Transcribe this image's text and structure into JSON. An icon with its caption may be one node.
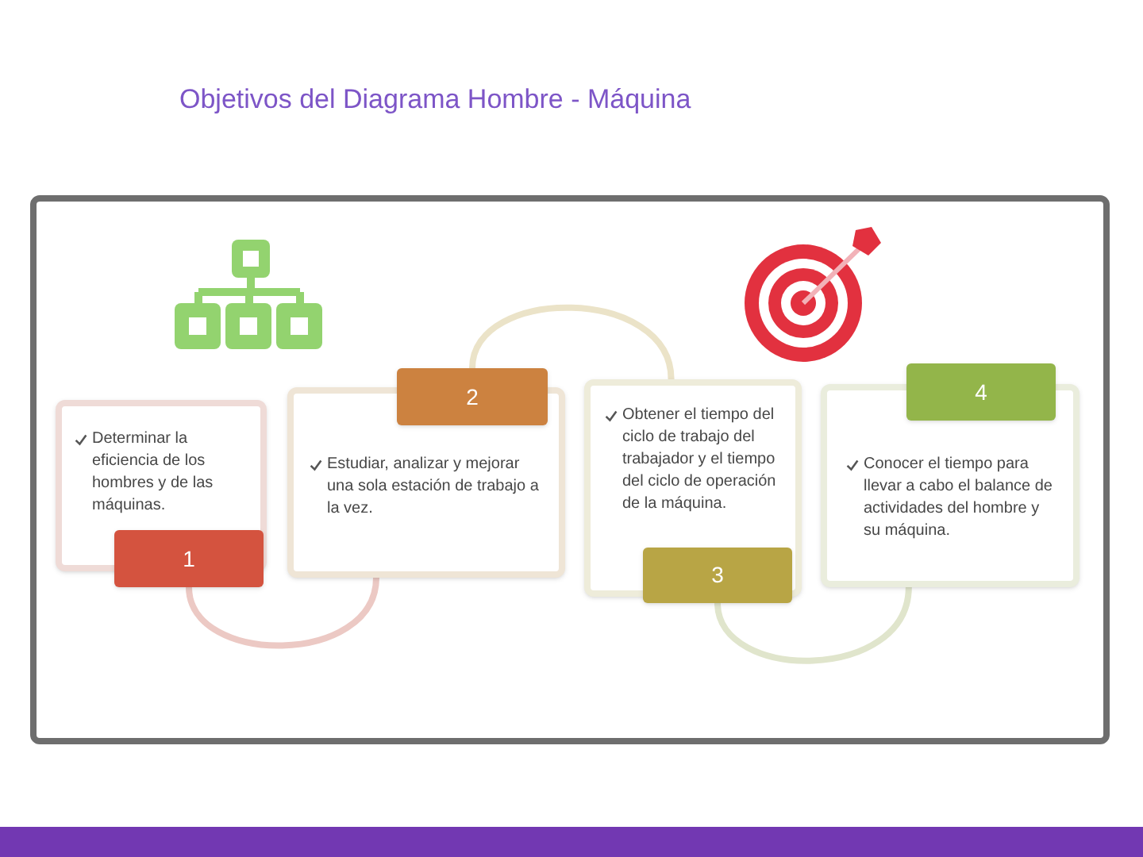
{
  "diagram": {
    "title": "Objetivos del Diagrama Hombre - Máquina",
    "nodes": [
      {
        "text": [
          "Determinar la eficiencia de los hombres y de las máquinas."
        ]
      },
      {
        "text": [
          "1"
        ]
      },
      {
        "text": [
          "Estudiar, analizar y mejorar una sola estación de trabajo a la vez."
        ]
      },
      {
        "text": [
          "2"
        ]
      },
      {
        "text": [
          "Obtener el tiempo del ciclo de trabajo del trabajador y el tiempo del ciclo de operación de la máquina."
        ]
      },
      {
        "text": [
          "3"
        ]
      },
      {
        "text": [
          "Conocer el tiempo para llevar a cabo el balance de actividades del hombre y su máquina."
        ]
      },
      {
        "text": [
          "4"
        ]
      }
    ],
    "edges": [
      {
        "from": 1,
        "to": 2,
        "arrow": "none",
        "color": "#ecc9c4"
      },
      {
        "from": 3,
        "to": 4,
        "arrow": "none",
        "color": "#ebe3c8"
      },
      {
        "from": 5,
        "to": 6,
        "arrow": "none",
        "color": "#e0e5cc"
      }
    ]
  }
}
